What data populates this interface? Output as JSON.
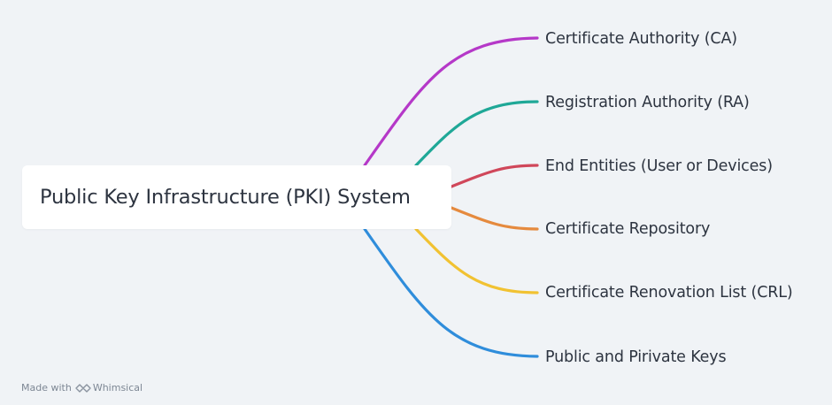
{
  "root": {
    "label": "Public Key Infrastructure (PKI) System"
  },
  "branches": [
    {
      "label": "Certificate Authority (CA)",
      "color": "#b538c8"
    },
    {
      "label": "Registration Authority (RA)",
      "color": "#1fa897"
    },
    {
      "label": "End Entities (User or Devices)",
      "color": "#d0475a"
    },
    {
      "label": "Certificate Repository",
      "color": "#e58a3e"
    },
    {
      "label": "Certificate Renovation List (CRL)",
      "color": "#f1c232"
    },
    {
      "label": "Public and Pirivate Keys",
      "color": "#2f8ddb"
    }
  ],
  "footer": {
    "made_with": "Made with",
    "brand": "Whimsical",
    "brand_icon": "whimsical-logo-icon"
  }
}
